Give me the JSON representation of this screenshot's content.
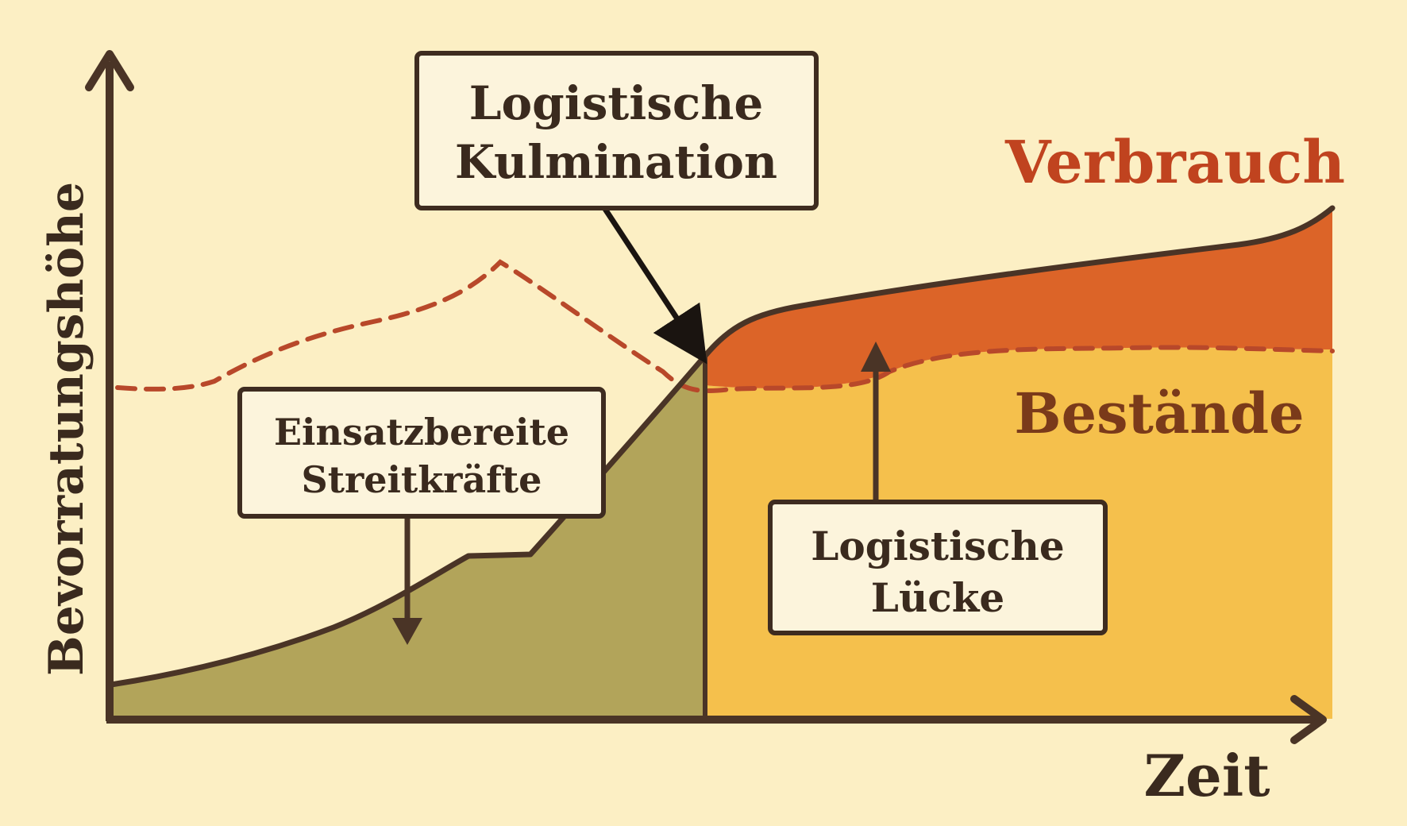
{
  "axes": {
    "y_label": "Bevorratungshöhe",
    "x_label": "Zeit"
  },
  "labels": {
    "kulmination_line1": "Logistische",
    "kulmination_line2": "Kulmination",
    "verbrauch": "Verbrauch",
    "bestaende": "Bestände",
    "streitkraefte_line1": "Einsatzbereite",
    "streitkraefte_line2": "Streitkräfte",
    "luecke_line1": "Logistische",
    "luecke_line2": "Lücke"
  },
  "colors": {
    "background": "#FCEFC4",
    "axis": "#4A3426",
    "streitkraefte_fill": "#B2A45A",
    "bestaende_fill": "#F5C04C",
    "verbrauch_fill": "#DC6428",
    "verbrauch_text": "#C0431F",
    "bestaende_text": "#7A3A1A",
    "dashed_line": "#B8482A",
    "box_fill": "#FCF4DC",
    "box_stroke": "#3E2C20",
    "text": "#3A2A1E"
  }
}
